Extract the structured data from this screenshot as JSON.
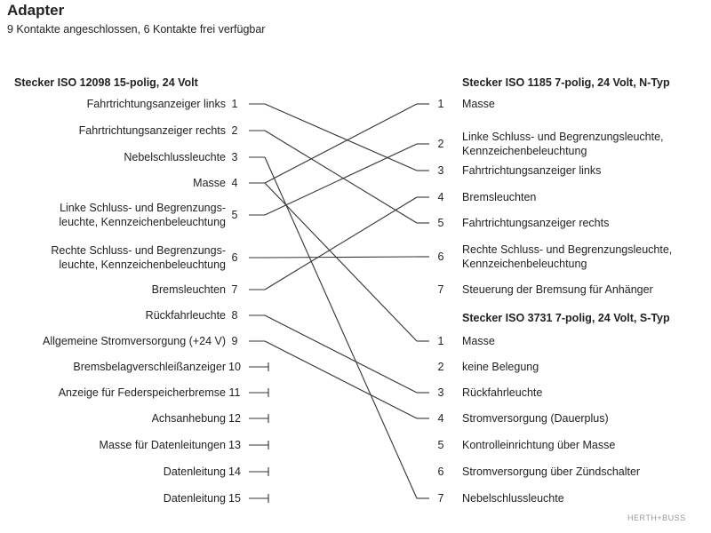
{
  "title": "Adapter",
  "subtitle": "9 Kontakte angeschlossen, 6 Kontakte frei verfügbar",
  "left_connector": {
    "header": "Stecker ISO 12098 15-polig, 24 Volt",
    "pins": [
      {
        "num": "1",
        "lines": [
          "Fahrtrichtungsanzeiger links"
        ]
      },
      {
        "num": "2",
        "lines": [
          "Fahrtrichtungsanzeiger rechts"
        ]
      },
      {
        "num": "3",
        "lines": [
          "Nebelschlussleuchte"
        ]
      },
      {
        "num": "4",
        "lines": [
          "Masse"
        ]
      },
      {
        "num": "5",
        "lines": [
          "Linke Schluss- und Begrenzungs-",
          "leuchte, Kennzeichenbeleuchtung"
        ]
      },
      {
        "num": "6",
        "lines": [
          "Rechte Schluss- und Begrenzungs-",
          "leuchte, Kennzeichenbeleuchtung"
        ]
      },
      {
        "num": "7",
        "lines": [
          "Bremsleuchten"
        ]
      },
      {
        "num": "8",
        "lines": [
          "Rückfahrleuchte"
        ]
      },
      {
        "num": "9",
        "lines": [
          "Allgemeine Stromversorgung (+24 V)"
        ]
      },
      {
        "num": "10",
        "lines": [
          "Bremsbelagverschleißanzeiger"
        ]
      },
      {
        "num": "11",
        "lines": [
          "Anzeige für Federspeicherbremse"
        ]
      },
      {
        "num": "12",
        "lines": [
          "Achsanhebung"
        ]
      },
      {
        "num": "13",
        "lines": [
          "Masse für Datenleitungen"
        ]
      },
      {
        "num": "14",
        "lines": [
          "Datenleitung"
        ]
      },
      {
        "num": "15",
        "lines": [
          "Datenleitung"
        ]
      }
    ]
  },
  "right_connector_n": {
    "header": "Stecker ISO 1185 7-polig, 24 Volt, N-Typ",
    "pins": [
      {
        "num": "1",
        "lines": [
          "Masse"
        ]
      },
      {
        "num": "2",
        "lines": [
          "Linke Schluss- und Begrenzungsleuchte,",
          "Kennzeichenbeleuchtung"
        ]
      },
      {
        "num": "3",
        "lines": [
          "Fahrtrichtungsanzeiger links"
        ]
      },
      {
        "num": "4",
        "lines": [
          "Bremsleuchten"
        ]
      },
      {
        "num": "5",
        "lines": [
          "Fahrtrichtungsanzeiger rechts"
        ]
      },
      {
        "num": "6",
        "lines": [
          "Rechte Schluss- und Begrenzungsleuchte,",
          "Kennzeichenbeleuchtung"
        ]
      },
      {
        "num": "7",
        "lines": [
          "Steuerung der Bremsung für Anhänger"
        ]
      }
    ]
  },
  "right_connector_s": {
    "header": "Stecker ISO 3731 7-polig, 24 Volt, S-Typ",
    "pins": [
      {
        "num": "1",
        "lines": [
          "Masse"
        ]
      },
      {
        "num": "2",
        "lines": [
          "keine Belegung"
        ]
      },
      {
        "num": "3",
        "lines": [
          "Rückfahrleuchte"
        ]
      },
      {
        "num": "4",
        "lines": [
          "Stromversorgung (Dauerplus)"
        ]
      },
      {
        "num": "5",
        "lines": [
          "Kontrolleinrichtung über Masse"
        ]
      },
      {
        "num": "6",
        "lines": [
          "Stromversorgung über Zündschalter"
        ]
      },
      {
        "num": "7",
        "lines": [
          "Nebelschlussleuchte"
        ]
      }
    ]
  },
  "connections": [
    {
      "from": "1",
      "to": "N3"
    },
    {
      "from": "2",
      "to": "N5"
    },
    {
      "from": "3",
      "to": "S7"
    },
    {
      "from": "4",
      "to": "N1"
    },
    {
      "from": "4",
      "to": "S1"
    },
    {
      "from": "5",
      "to": "N2"
    },
    {
      "from": "6",
      "to": "N6"
    },
    {
      "from": "7",
      "to": "N4"
    },
    {
      "from": "8",
      "to": "S3"
    },
    {
      "from": "9",
      "to": "S4"
    }
  ],
  "unconnected_pins": [
    "10",
    "11",
    "12",
    "13",
    "14",
    "15"
  ],
  "watermark": "HERTH+BUSS"
}
